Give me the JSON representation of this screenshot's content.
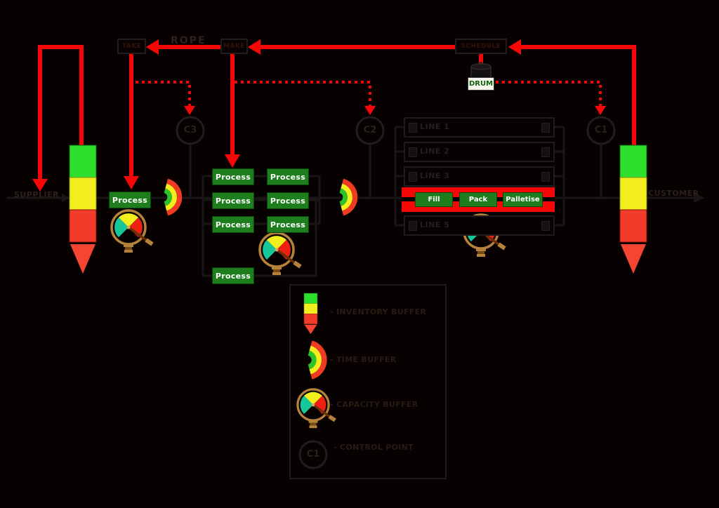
{
  "title": {
    "rope": "ROPE"
  },
  "endpoints": {
    "supplier": "SUPPLIER",
    "customer": "CUSTOMER"
  },
  "schedule_tags": {
    "left": "TAKE",
    "middle": "MAKE",
    "drum": "SCHEDULE"
  },
  "drum": {
    "label": "DRUM"
  },
  "control_points": {
    "c1": "C1",
    "c2": "C2",
    "c3": "C3"
  },
  "labels": {
    "process": "Process"
  },
  "lines": {
    "line1": "LINE 1",
    "line2": "LINE 2",
    "line3": "LINE 3",
    "line5": "LINE 5"
  },
  "drum_line": {
    "steps": [
      "Fill",
      "Pack",
      "Palletise"
    ]
  },
  "legend": {
    "inventory": "- INVENTORY BUFFER",
    "time": "- TIME BUFFER",
    "capacity": "- CAPACITY BUFFER",
    "control": "- CONTROL POINT",
    "control_icon_text": "C1"
  },
  "colors": {
    "rope_red": "#f60606",
    "buffer_green": "#2ee02e",
    "buffer_yellow": "#f2ee1e",
    "buffer_red": "#f23b28",
    "process_green": "#1e7e1e",
    "gauge_rim": "#b5823c",
    "gauge_teal": "#16c79a",
    "drum_text_green": "#156015"
  }
}
